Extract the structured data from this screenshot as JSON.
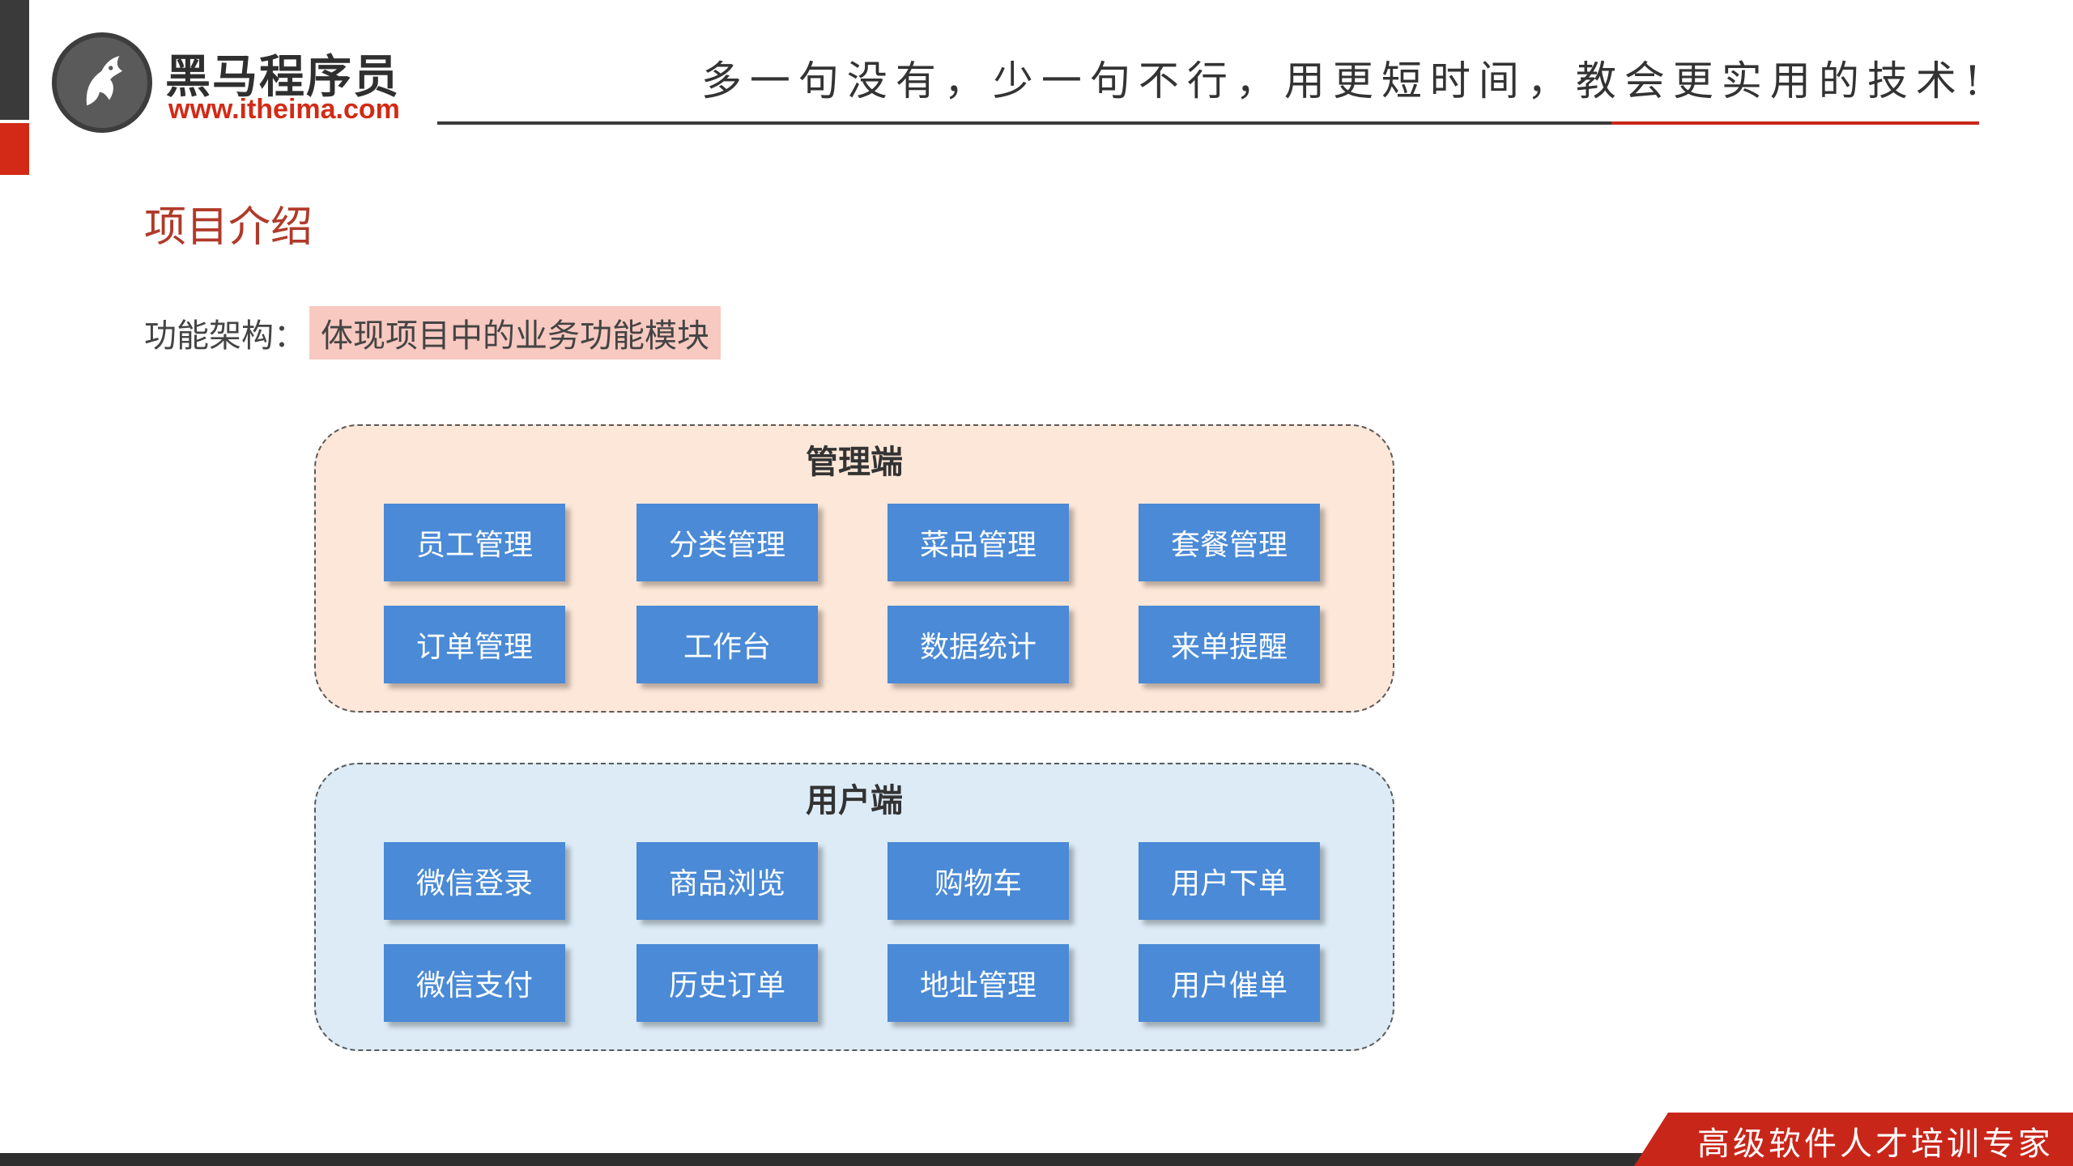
{
  "brand": {
    "name": "黑马程序员",
    "url": "www.itheima.com",
    "logo_icon": "horse-head-icon"
  },
  "header": {
    "tagline": "多一句没有，少一句不行，用更短时间，教会更实用的技术!"
  },
  "page": {
    "title": "项目介绍",
    "subtitle_label": "功能架构：",
    "subtitle_highlight": "体现项目中的业务功能模块"
  },
  "panels": {
    "admin": {
      "title": "管理端",
      "modules": [
        "员工管理",
        "分类管理",
        "菜品管理",
        "套餐管理",
        "订单管理",
        "工作台",
        "数据统计",
        "来单提醒"
      ]
    },
    "user": {
      "title": "用户端",
      "modules": [
        "微信登录",
        "商品浏览",
        "购物车",
        "用户下单",
        "微信支付",
        "历史订单",
        "地址管理",
        "用户催单"
      ]
    }
  },
  "footer": {
    "slogan": "高级软件人才培训专家"
  },
  "colors": {
    "accent_red": "#d22a16",
    "module_blue": "#4a8ad6",
    "admin_panel_bg": "#fde7d8",
    "user_panel_bg": "#dcebf6",
    "highlight_bg": "#f7c9c0"
  }
}
